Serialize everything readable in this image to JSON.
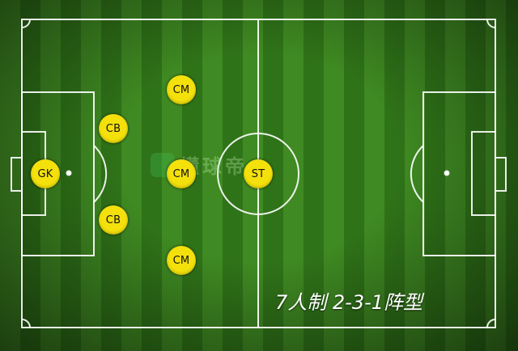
{
  "caption": "7人制 2-3-1阵型",
  "watermark": "懂球帝",
  "players": {
    "gk": "GK",
    "cb_top": "CB",
    "cb_bottom": "CB",
    "cm_top": "CM",
    "cm_mid": "CM",
    "cm_bottom": "CM",
    "st": "ST"
  },
  "colors": {
    "grass_light": "#3f8a22",
    "grass_dark": "#2f7318",
    "lines": "#ffffff",
    "player_fill": "#f4e10c",
    "caption": "#ffffff"
  }
}
